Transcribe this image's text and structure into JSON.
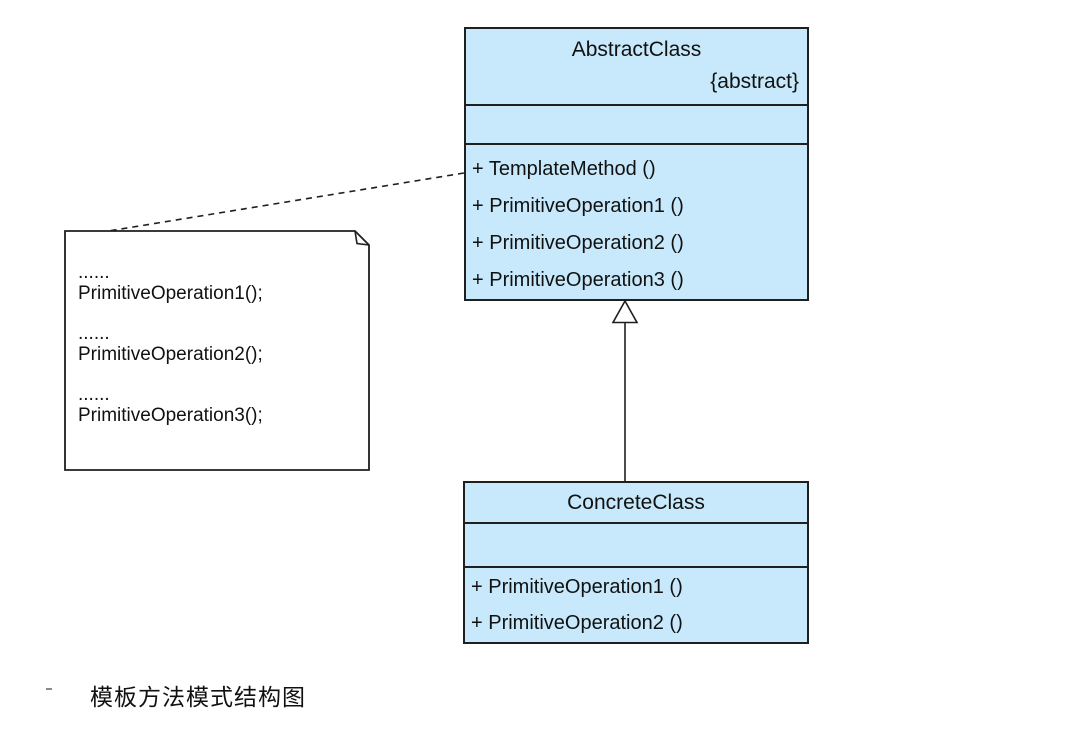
{
  "abstract_class": {
    "name": "AbstractClass",
    "stereotype": "{abstract}",
    "attributes": [],
    "methods": [
      "+ TemplateMethod ()",
      "+ PrimitiveOperation1 ()",
      "+ PrimitiveOperation2 ()",
      "+ PrimitiveOperation3 ()"
    ]
  },
  "concrete_class": {
    "name": "ConcreteClass",
    "attributes": [],
    "methods": [
      "+ PrimitiveOperation1 ()",
      "+ PrimitiveOperation2 ()"
    ]
  },
  "note": {
    "lines": [
      "......",
      "PrimitiveOperation1();",
      "......",
      "PrimitiveOperation2();",
      "......",
      "PrimitiveOperation3();"
    ]
  },
  "relationships": {
    "inheritance": "ConcreteClass --|> AbstractClass",
    "note_attachment": "note ..> AbstractClass.TemplateMethod"
  },
  "caption": {
    "text": "模板方法模式结构图"
  },
  "colors": {
    "class_fill": "#c7e9fb",
    "line": "#1f1f1f",
    "note_fill": "#ffffff",
    "text": "#111111",
    "background": "#ffffff"
  }
}
